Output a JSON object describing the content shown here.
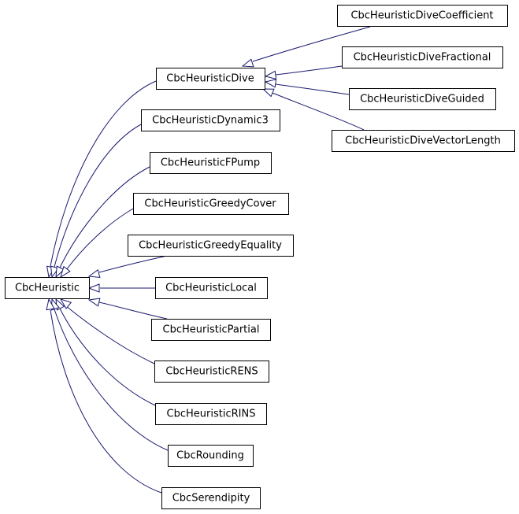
{
  "colors": {
    "edge": "#191970",
    "box_border": "#000000",
    "background": "#ffffff"
  },
  "nodes": {
    "root": "CbcHeuristic",
    "dive": "CbcHeuristicDive",
    "dynamic3": "CbcHeuristicDynamic3",
    "fpump": "CbcHeuristicFPump",
    "greedy_cover": "CbcHeuristicGreedyCover",
    "greedy_equality": "CbcHeuristicGreedyEquality",
    "local": "CbcHeuristicLocal",
    "partial": "CbcHeuristicPartial",
    "rens": "CbcHeuristicRENS",
    "rins": "CbcHeuristicRINS",
    "rounding": "CbcRounding",
    "serendipity": "CbcSerendipity",
    "dive_coefficient": "CbcHeuristicDiveCoefficient",
    "dive_fractional": "CbcHeuristicDiveFractional",
    "dive_guided": "CbcHeuristicDiveGuided",
    "dive_vector_length": "CbcHeuristicDiveVectorLength"
  },
  "edges": [
    {
      "from": "dive",
      "to": "root"
    },
    {
      "from": "dynamic3",
      "to": "root"
    },
    {
      "from": "fpump",
      "to": "root"
    },
    {
      "from": "greedy_cover",
      "to": "root"
    },
    {
      "from": "greedy_equality",
      "to": "root"
    },
    {
      "from": "local",
      "to": "root"
    },
    {
      "from": "partial",
      "to": "root"
    },
    {
      "from": "rens",
      "to": "root"
    },
    {
      "from": "rins",
      "to": "root"
    },
    {
      "from": "rounding",
      "to": "root"
    },
    {
      "from": "serendipity",
      "to": "root"
    },
    {
      "from": "dive_coefficient",
      "to": "dive"
    },
    {
      "from": "dive_fractional",
      "to": "dive"
    },
    {
      "from": "dive_guided",
      "to": "dive"
    },
    {
      "from": "dive_vector_length",
      "to": "dive"
    }
  ]
}
